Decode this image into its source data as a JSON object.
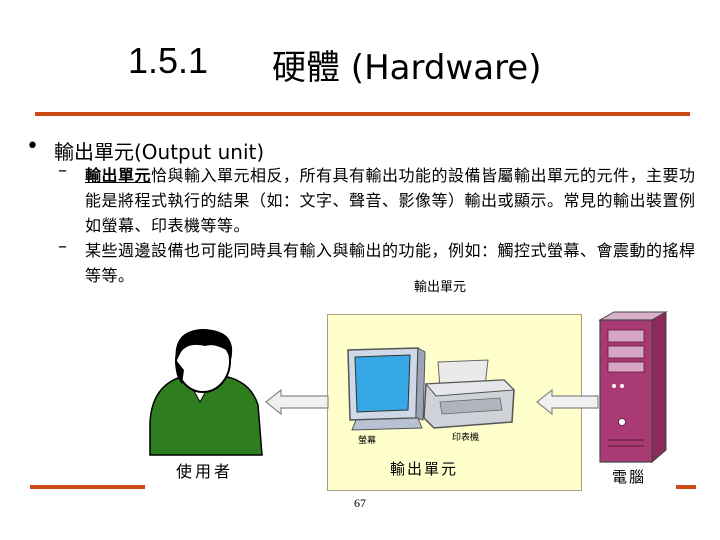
{
  "slide": {
    "title_number": "1.5.1",
    "title_text": "硬體 (Hardware)",
    "bullet": "輸出單元(Output unit)",
    "sub1_emph": "輸出單元",
    "sub1_rest": "恰與輸入單元相反，所有具有輸出功能的設備皆屬輸出單元的元件，主要功能是將程式執行的結果（如：文字、聲音、影像等）輸出或顯示。常見的輸出裝置例如螢幕、印表機等等。",
    "sub2": "某些週邊設備也可能同時具有輸入與輸出的功能，例如：觸控式螢幕、會震動的搖桿等等。",
    "dash": "–",
    "page_number": "67",
    "accent_color": "#cc4a14"
  },
  "diagram": {
    "top_caption": "輸出單元",
    "box_label": "輸出單元",
    "screen_label": "螢幕",
    "printer_label": "印表機",
    "user_label": "使用者",
    "computer_label": "電腦",
    "icons": [
      "user-icon",
      "monitor-icon",
      "printer-icon",
      "computer-tower-icon",
      "arrow-left-icon"
    ]
  }
}
